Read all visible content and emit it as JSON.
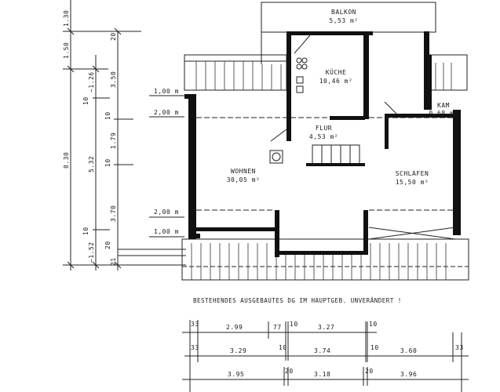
{
  "plan": {
    "caption": "BESTEHENDES AUSGEBAUTES DG IM HAUPTGEB. UNVERÄNDERT !",
    "rooms": [
      {
        "name": "BALKON",
        "area": "5,53 m²"
      },
      {
        "name": "KÜCHE",
        "area": "10,46 m²"
      },
      {
        "name": "KAM",
        "area": "0,68 m²"
      },
      {
        "name": "FLUR",
        "area": "4,53 m²"
      },
      {
        "name": "WOHNEN",
        "area": "30,05 m²"
      },
      {
        "name": "SCHLAFEN",
        "area": "15,50 m²"
      }
    ],
    "height_markers": [
      "1,00 m",
      "2,00 m",
      "2,00 m",
      "1,00 m"
    ],
    "vertical_dimensions": {
      "outer": [
        "1.30",
        "1.50",
        "8.30"
      ],
      "middle": [
        "~1.26",
        "10",
        "5.32",
        "10",
        "~1.52"
      ],
      "inner": [
        "20",
        "3.50",
        "10",
        "1.79",
        "10",
        "3.70",
        "20",
        "21"
      ]
    },
    "horizontal_dimensions": {
      "row1": [
        "33",
        "2.99",
        "77",
        "10",
        "3.27",
        "10"
      ],
      "row2": [
        "33",
        "3.29",
        "10",
        "3.74",
        "10",
        "3.60",
        "33"
      ],
      "row3": [
        "3.95",
        "20",
        "3.18",
        "20",
        "3.96"
      ]
    }
  }
}
